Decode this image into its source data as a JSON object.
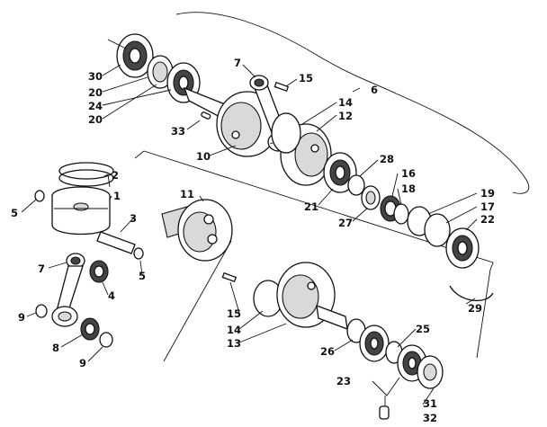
{
  "diagram": {
    "callouts": {
      "n1": "1",
      "n2": "2",
      "n3": "3",
      "n4": "4",
      "n5a": "5",
      "n5b": "5",
      "n6": "6",
      "n7a": "7",
      "n7b": "7",
      "n8": "8",
      "n9a": "9",
      "n9b": "9",
      "n10": "10",
      "n11": "11",
      "n12": "12",
      "n13": "13",
      "n14a": "14",
      "n14b": "14",
      "n15a": "15",
      "n15b": "15",
      "n16": "16",
      "n17": "17",
      "n18": "18",
      "n19": "19",
      "n20a": "20",
      "n20b": "20",
      "n21": "21",
      "n22": "22",
      "n23": "23",
      "n24": "24",
      "n25": "25",
      "n26": "26",
      "n27": "27",
      "n28": "28",
      "n29": "29",
      "n30": "30",
      "n31": "31",
      "n32": "32",
      "n33": "33"
    }
  }
}
